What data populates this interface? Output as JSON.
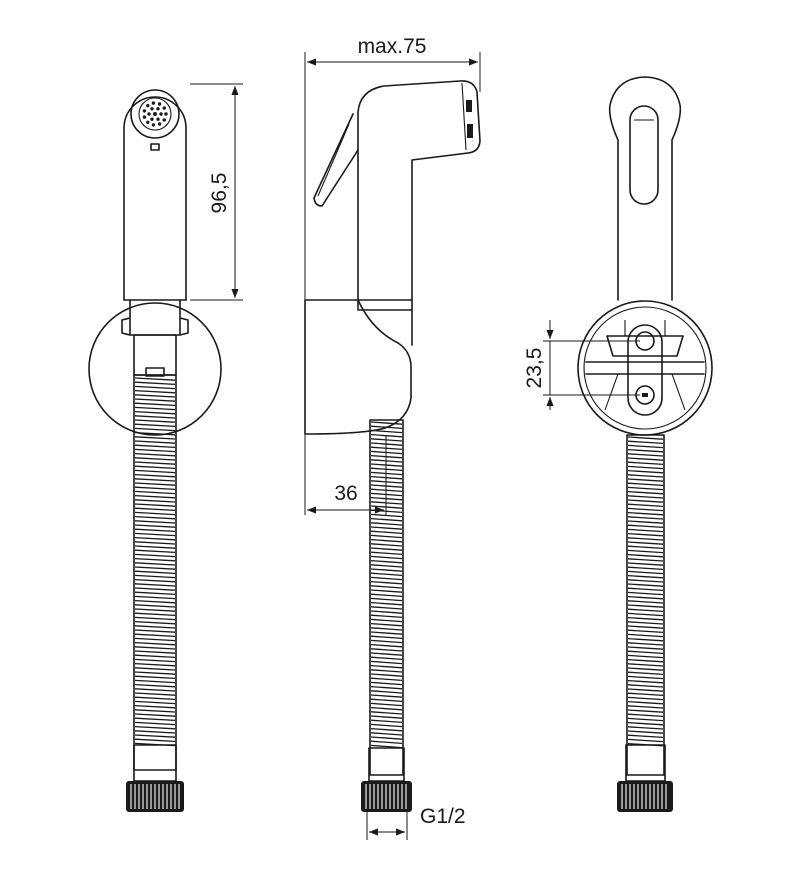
{
  "dimensions": {
    "height_head": "96,5",
    "width_max": "max.75",
    "bracket_depth": "36",
    "hole_spacing": "23,5",
    "thread": "G1/2"
  },
  "colors": {
    "line": "#1a1a1a",
    "background": "#ffffff"
  }
}
